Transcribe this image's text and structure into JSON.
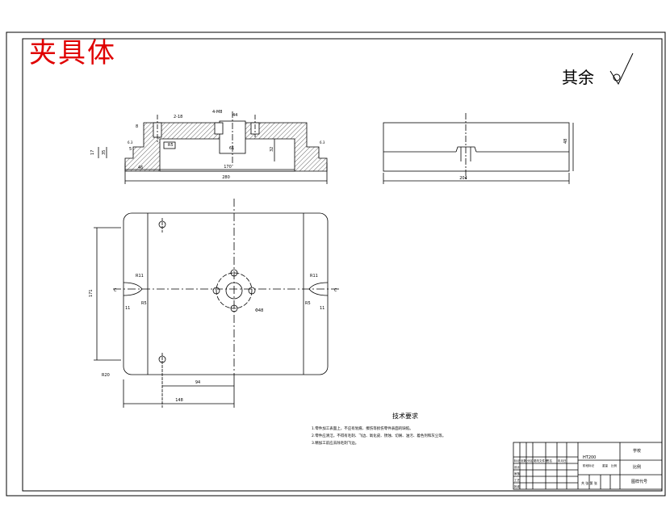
{
  "title": "夹具体",
  "roughness": {
    "label": "其余"
  },
  "front_view": {
    "labels": [
      "2-18",
      "4-M8",
      "8",
      "R5",
      "61",
      "44",
      "5",
      "17",
      "35",
      "32",
      "6.3",
      "6.3",
      "46",
      "170"
    ],
    "overall_width": "280"
  },
  "side_view": {
    "height": "48",
    "width": "204"
  },
  "plan_view": {
    "width_dim": "171",
    "offset_dim": "94",
    "half_width": "148",
    "corner_radius": "R20",
    "bolt_circle": "Φ48",
    "left_labels": [
      "R11",
      "C",
      "R5",
      "11"
    ],
    "right_labels": [
      "R11",
      "C",
      "R5",
      "11"
    ]
  },
  "tech_requirements": {
    "title": "技术要求",
    "lines": [
      "1.零件加工表面上，不应有划痕、擦伤等损伤零件表面的缺陷。",
      "2.零件应清洁，不得有毛刺、飞边、氧化皮、锈蚀、切屑、油污、着色剂和灰尘等。",
      "3.精加工前应去除毛刺飞边。"
    ]
  },
  "title_block": {
    "material": "HT200",
    "scale_label": "比例",
    "school_label": "学校",
    "drawing_no_label": "图样代号",
    "headers": [
      "标记",
      "处数",
      "分区",
      "更改文件号",
      "签名",
      "年月日"
    ],
    "rows": [
      "设计",
      "审核",
      "工艺",
      "批准"
    ],
    "stage_label": "阶段标记",
    "weight_label": "重量",
    "ratio_label": "比例",
    "sheet_label": "共 张 第 张"
  },
  "colors": {
    "title_red": "#e00000",
    "line": "#000000",
    "hatch": "#000000"
  }
}
